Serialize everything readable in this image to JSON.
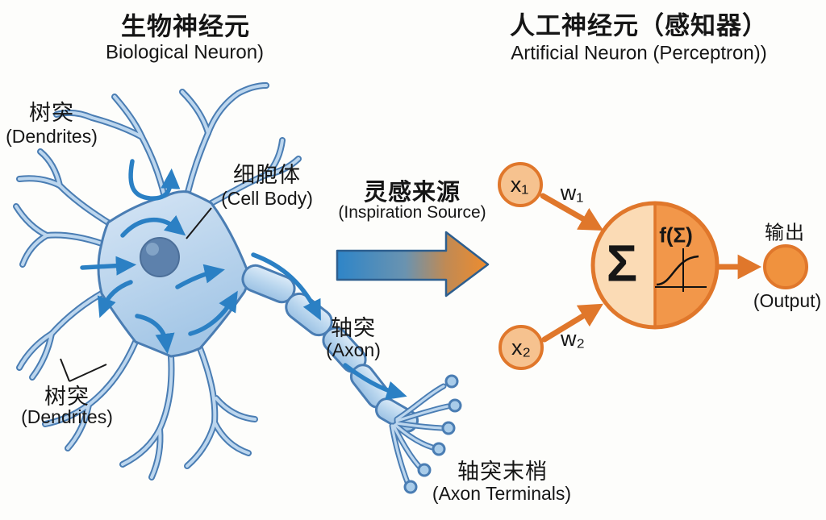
{
  "titles": {
    "left_zh": "生物神经元",
    "left_en": "Biological Neuron)",
    "right_zh": "人工神经元（感知器）",
    "right_en": "Artificial Neuron (Perceptron))"
  },
  "biological": {
    "dendrites_top_zh": "树突",
    "dendrites_top_en": "(Dendrites)",
    "cell_body_zh": "细胞体",
    "cell_body_en": "(Cell Body)",
    "axon_zh": "轴突",
    "axon_en": "(Axon)",
    "dendrites_bottom_zh": "树突",
    "dendrites_bottom_en": "(Dendrites)",
    "axon_terminals_zh": "轴突末梢",
    "axon_terminals_en": "(Axon Terminals)"
  },
  "center": {
    "inspiration_zh": "灵感来源",
    "inspiration_en": "(Inspiration Source)"
  },
  "artificial": {
    "input1": "x₁",
    "input2": "x₂",
    "weight1": "w₁",
    "weight2": "w₂",
    "sum_symbol": "Σ",
    "activation_label": "f(Σ)",
    "output_zh": "输出",
    "output_en": "(Output)"
  },
  "colors": {
    "background": "#fdfdfb",
    "neuron_outline": "#4a7db3",
    "neuron_fill_light": "#cfe1f2",
    "neuron_fill_dark": "#a3c6e6",
    "nucleus": "#5d81ac",
    "flow_arrow_blue": "#2b80c4",
    "orange_border": "#e0772b",
    "orange_fill_light": "#f6c28f",
    "perceptron_left_half": "#fbdbb5",
    "perceptron_right_half": "#f2974a",
    "output_fill": "#f0923e",
    "gradient_arrow_start": "#2e85c8",
    "gradient_arrow_end": "#ee8c2e",
    "text": "#161616"
  }
}
